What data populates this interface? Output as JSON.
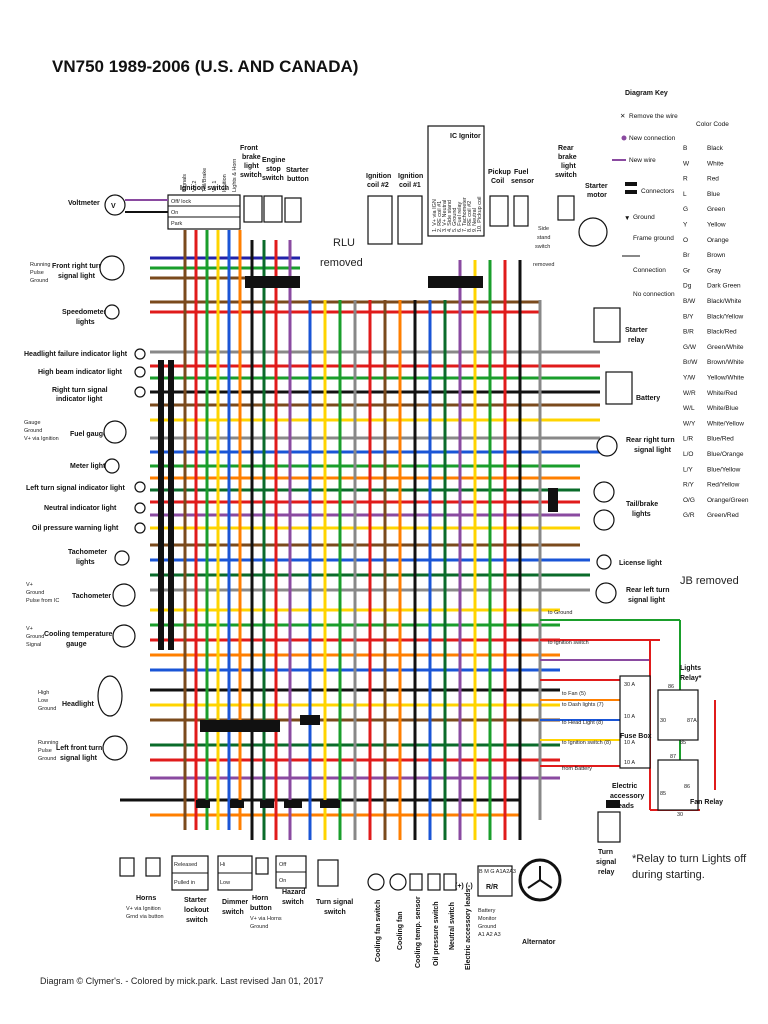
{
  "title": "VN750 1989-2006 (U.S. AND CANADA)",
  "footer": "Diagram ©  Clymer's. - Colored by mick.park. Last revised Jan 01, 2017",
  "notes": {
    "rlu_removed_1": "RLU",
    "rlu_removed_2": "removed",
    "jb_removed": "JB removed",
    "relay_note_1": "*Relay to turn Lights off",
    "relay_note_2": "during starting.",
    "side_stand_1": "Side",
    "side_stand_2": "stand",
    "side_stand_3": "switch",
    "side_stand_4": "removed"
  },
  "diagram_key": {
    "title": "Diagram Key",
    "remove_wire": "Remove the wire",
    "new_connection": "New connection",
    "new_wire": "New wire",
    "connectors": "Connectors",
    "ground": "Ground",
    "frame_ground": "Frame ground",
    "connection": "Connection",
    "no_connection": "No connection"
  },
  "color_code": {
    "title": "Color Code",
    "entries": [
      {
        "code": "B",
        "name": "Black"
      },
      {
        "code": "W",
        "name": "White"
      },
      {
        "code": "R",
        "name": "Red"
      },
      {
        "code": "L",
        "name": "Blue"
      },
      {
        "code": "G",
        "name": "Green"
      },
      {
        "code": "Y",
        "name": "Yellow"
      },
      {
        "code": "O",
        "name": "Orange"
      },
      {
        "code": "Br",
        "name": "Brown"
      },
      {
        "code": "Gr",
        "name": "Gray"
      },
      {
        "code": "Dg",
        "name": "Dark Green"
      },
      {
        "code": "B/W",
        "name": "Black/White"
      },
      {
        "code": "B/Y",
        "name": "Black/Yellow"
      },
      {
        "code": "B/R",
        "name": "Black/Red"
      },
      {
        "code": "G/W",
        "name": "Green/White"
      },
      {
        "code": "Br/W",
        "name": "Brown/White"
      },
      {
        "code": "Y/W",
        "name": "Yellow/White"
      },
      {
        "code": "W/R",
        "name": "White/Red"
      },
      {
        "code": "W/L",
        "name": "White/Blue"
      },
      {
        "code": "W/Y",
        "name": "White/Yellow"
      },
      {
        "code": "L/R",
        "name": "Blue/Red"
      },
      {
        "code": "L/O",
        "name": "Blue/Orange"
      },
      {
        "code": "L/Y",
        "name": "Blue/Yellow"
      },
      {
        "code": "R/Y",
        "name": "Red/Yellow"
      },
      {
        "code": "O/G",
        "name": "Orange/Green"
      },
      {
        "code": "G/R",
        "name": "Green/Red"
      }
    ]
  },
  "components_left": {
    "voltmeter": "Voltmeter",
    "front_right_turn_1": "Front right turn",
    "front_right_turn_2": "signal light",
    "running_pulse_ground_1": "Running",
    "running_pulse_ground_2": "Pulse",
    "running_pulse_ground_3": "Ground",
    "speedometer_1": "Speedometer",
    "speedometer_2": "lights",
    "headlight_failure": "Headlight failure indicator light",
    "high_beam": "High beam indicator light",
    "right_turn_ind_1": "Right turn signal",
    "right_turn_ind_2": "indicator light",
    "gauge_1": "Gauge",
    "gauge_2": "Ground",
    "gauge_3": "V+ via Ignition",
    "fuel_gauge": "Fuel gauge",
    "meter_light": "Meter light",
    "left_turn_ind": "Left turn signal indicator light",
    "neutral_ind": "Neutral indicator light",
    "oil_pressure_ind": "Oil pressure warning light",
    "tach_lights_1": "Tachometer",
    "tach_lights_2": "lights",
    "vplus": "V+",
    "ground": "Ground",
    "pulse_from_ic": "Pulse from IC",
    "tachometer": "Tachometer",
    "vplus2": "V+",
    "ground2": "Ground",
    "signal": "Signal",
    "cooling_temp_1": "Cooling temperature",
    "cooling_temp_2": "gauge",
    "high": "High",
    "low": "Low",
    "ground3": "Ground",
    "headlight": "Headlight",
    "running2": "Running",
    "pulse2": "Pulse",
    "ground4": "Ground",
    "front_left_turn_1": "Left front turn",
    "front_left_turn_2": "signal light"
  },
  "components_top": {
    "ignition_switch": "Ignition switch",
    "ign_off_lock": "Off/ lock",
    "ign_on": "On",
    "ign_park": "Park",
    "ign_cols": [
      "Signals",
      "V+ 2",
      "Tail/Brake",
      "V+ 1",
      "Ignition",
      "Lights & Horn"
    ],
    "front_brake_1": "Front",
    "front_brake_2": "brake",
    "front_brake_3": "light",
    "front_brake_4": "switch",
    "engine_stop_1": "Engine",
    "engine_stop_2": "stop",
    "engine_stop_3": "switch",
    "starter_btn_1": "Starter",
    "starter_btn_2": "button",
    "ign_coil2_1": "Ignition",
    "ign_coil2_2": "coil #2",
    "ign_coil1_1": "Ignition",
    "ign_coil1_2": "coil #1",
    "ic_ignitor": "IC Ignitor",
    "ic_pins": [
      "1. V+ via IGN",
      "2. RE coil #1",
      "3. V+ Neutral",
      "4. Side stand",
      "5. Ground",
      "6. Fuel relay",
      "7. Tachometer",
      "8. RE coil #2",
      "9. Neutral",
      "10. Pickup coil"
    ],
    "pickup_1": "Pickup",
    "pickup_2": "Coil",
    "fuel_sensor_1": "Fuel",
    "fuel_sensor_2": "sensor",
    "rear_brake_1": "Rear",
    "rear_brake_2": "brake",
    "rear_brake_3": "light",
    "rear_brake_4": "switch",
    "starter_motor_1": "Starter",
    "starter_motor_2": "motor"
  },
  "components_right": {
    "starter_relay_1": "Starter",
    "starter_relay_2": "relay",
    "battery": "Battery",
    "rear_right_turn_1": "Rear right turn",
    "rear_right_turn_2": "signal light",
    "tail_brake_1": "Tail/brake",
    "tail_brake_2": "lights",
    "license_light": "License light",
    "rear_left_turn_1": "Rear left turn",
    "rear_left_turn_2": "signal light",
    "lights_relay_1": "Lights",
    "lights_relay_2": "Relay*",
    "fan_relay": "Fan Relay",
    "fuse_box": "Fuse Box",
    "fuse_30a": "30 A",
    "fuse_10a_1": "10 A",
    "fuse_10a_2": "10 A",
    "fuse_10a_3": "10 A",
    "elec_acc_1": "Electric",
    "elec_acc_2": "accessory",
    "elec_acc_3": "leads",
    "turn_relay_1": "Turn",
    "turn_relay_2": "signal",
    "turn_relay_3": "relay",
    "relay_pins": [
      "86",
      "87A",
      "85",
      "30",
      "87",
      "85",
      "86",
      "30"
    ]
  },
  "fuse_labels": [
    "to Ground",
    "to Ignition switch",
    "to Fan (5)",
    "to Dash lights (7)",
    "to Head Light (8)",
    "to Ignition switch (8)",
    "from Battery"
  ],
  "components_bottom": {
    "horns_1": "Horns",
    "horns_2": "V+ via Ignition",
    "horns_3": "Grnd via button",
    "starter_lockout_1": "Starter",
    "starter_lockout_2": "lockout",
    "starter_lockout_3": "switch",
    "released": "Released",
    "pulled_in": "Pulled in",
    "dimmer_1": "Dimmer",
    "dimmer_2": "switch",
    "hi": "Hi",
    "low": "Low",
    "horn_btn_1": "Horn",
    "horn_btn_2": "button",
    "horn_btn_3": "V+ via Horns",
    "horn_btn_4": "Ground",
    "hazard_1": "Hazard",
    "hazard_2": "switch",
    "off": "Off",
    "on": "On",
    "turn_sw_1": "Turn signal",
    "turn_sw_2": "switch",
    "cooling_fan_sw": "Cooling fan switch",
    "cooling_fan": "Cooling fan",
    "cooling_temp_sensor": "Cooling temp. sensor",
    "oil_pressure_sw": "Oil pressure switch",
    "neutral_sw": "Neutral switch",
    "elec_acc_leads": "Electric accessory leads",
    "rr": "R/R",
    "rr_pins": "B M G A1A2A3",
    "battery_monitor_1": "Battery",
    "battery_monitor_2": "Monitor",
    "battery_monitor_3": "Ground",
    "battery_monitor_4": "A1 A2 A3",
    "alternator": "Alternator",
    "plus_minus": "(+) (-)"
  }
}
